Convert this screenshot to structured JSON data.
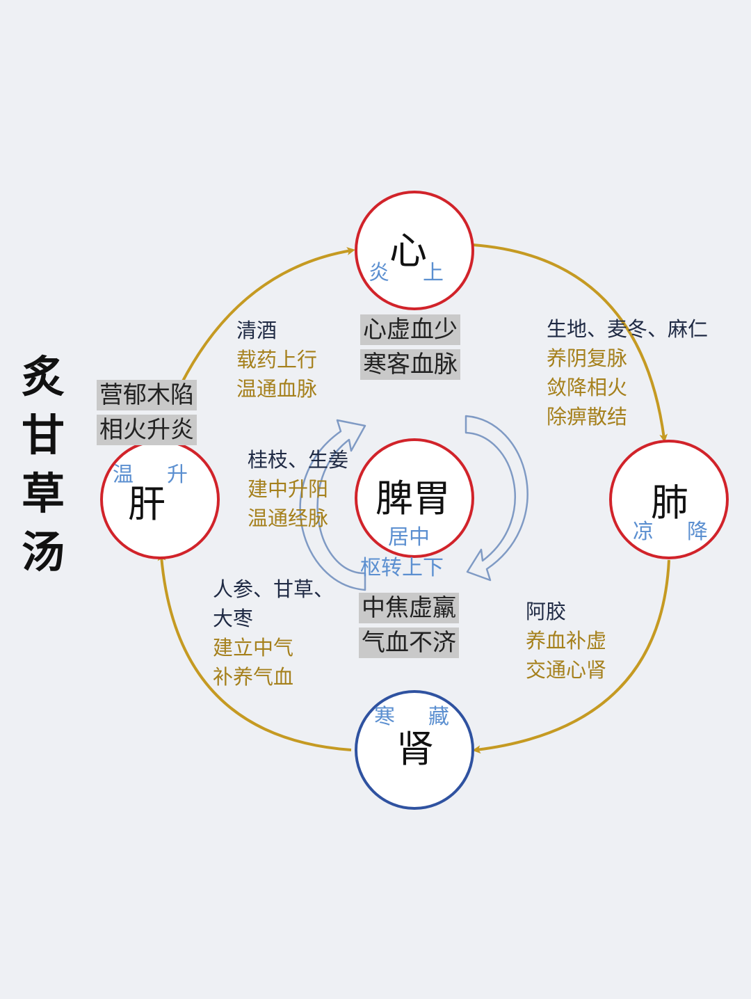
{
  "title": "炙甘草汤",
  "colors": {
    "background": "#eef0f4",
    "circle_red": "#d1232a",
    "circle_blue": "#2f52a0",
    "cycle_arrow": "#c59a22",
    "inner_arrow": "#7f9ac4",
    "herb_text": "#1f2a44",
    "effect_text": "#a5801c",
    "property_text": "#5b8fd0",
    "box_fill": "#c9c9c9"
  },
  "organs": {
    "heart": {
      "name": "心",
      "props": [
        "炎",
        "上"
      ]
    },
    "lung": {
      "name": "肺",
      "props": [
        "凉",
        "降"
      ]
    },
    "kidney": {
      "name": "肾",
      "props": [
        "寒",
        "藏"
      ]
    },
    "liver": {
      "name": "肝",
      "props": [
        "温",
        "升"
      ]
    },
    "spleen": {
      "name": "脾胃",
      "props": [
        "居中",
        "枢转上下"
      ]
    }
  },
  "pathology": {
    "heart": [
      "心虚血少",
      "寒客血脉"
    ],
    "liver": [
      "营郁木陷",
      "相火升炎"
    ],
    "center": [
      "中焦虚羸",
      "气血不济"
    ]
  },
  "herbs": {
    "qingjiu": {
      "herbs": [
        "清酒"
      ],
      "effects": [
        "载药上行",
        "温通血脉"
      ]
    },
    "shengdi": {
      "herbs": [
        "生地、麦冬、麻仁"
      ],
      "effects": [
        "养阴复脉",
        "敛降相火",
        "除痹散结"
      ]
    },
    "guizhi": {
      "herbs": [
        "桂枝、生姜"
      ],
      "effects": [
        "建中升阳",
        "温通经脉"
      ]
    },
    "renshen": {
      "herbs": [
        "人参、甘草、",
        "大枣"
      ],
      "effects": [
        "建立中气",
        "补养气血"
      ]
    },
    "ejiao": {
      "herbs": [
        "阿胶"
      ],
      "effects": [
        "养血补虚",
        "交通心肾"
      ]
    }
  }
}
